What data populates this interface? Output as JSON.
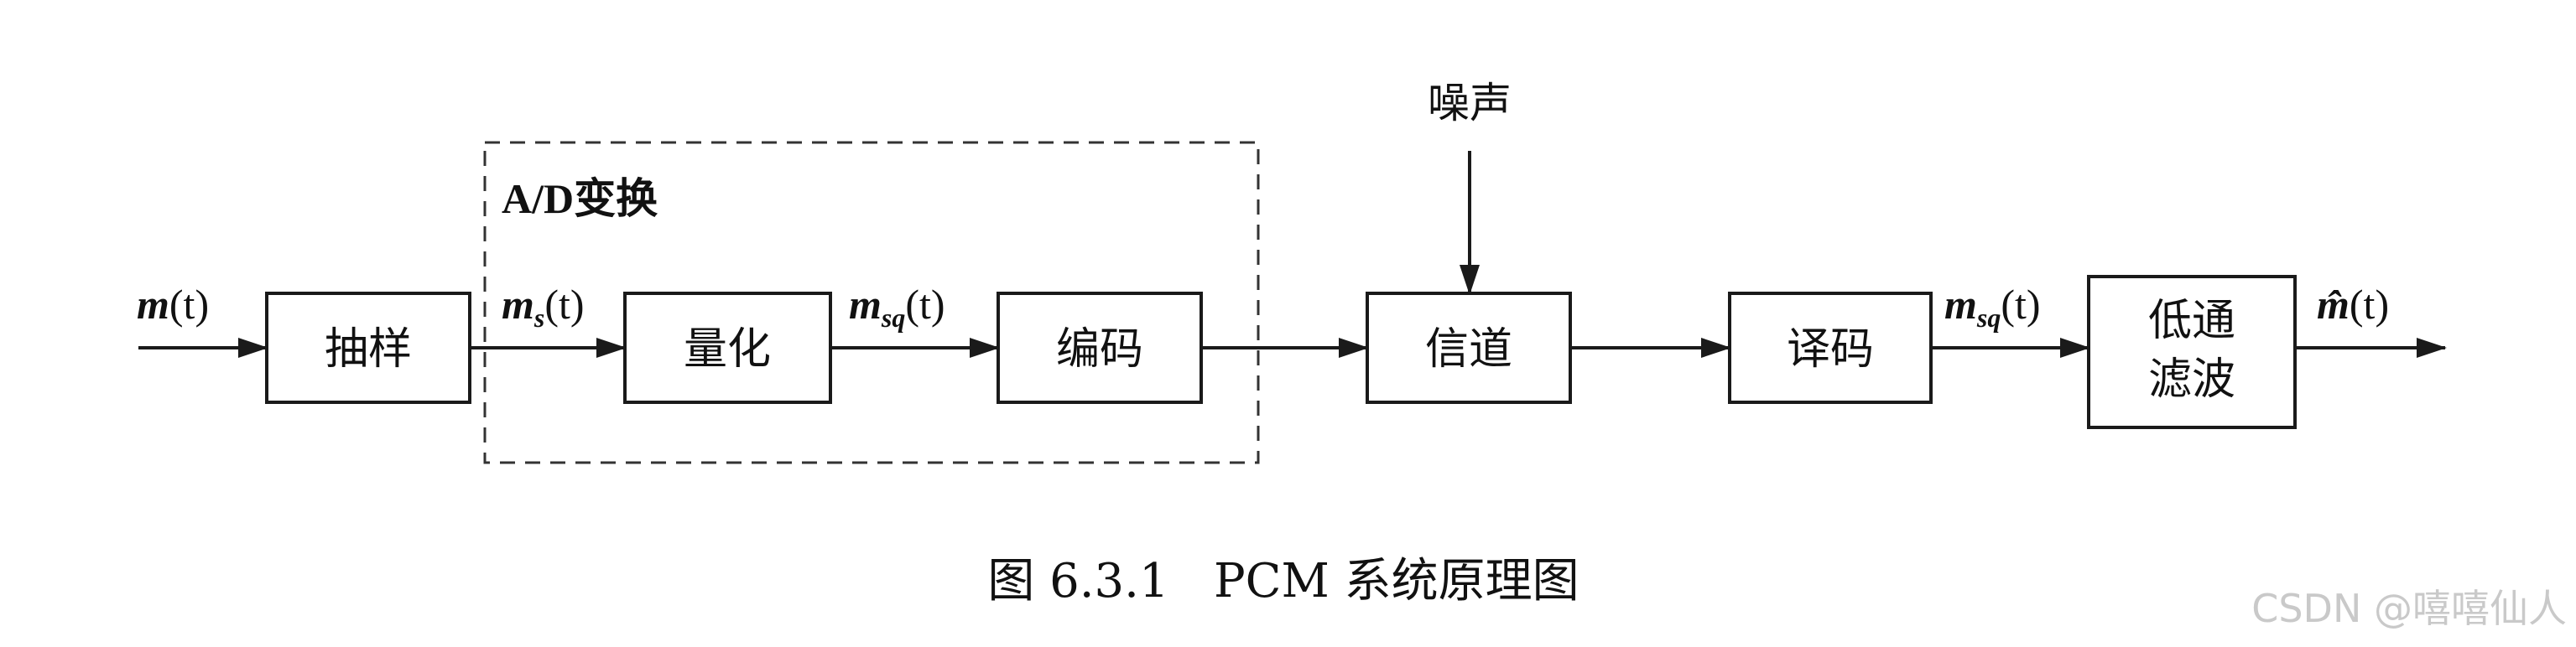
{
  "blocks": {
    "sampling": "抽样",
    "quantize": "量化",
    "encode": "编码",
    "channel": "信道",
    "decode": "译码",
    "lpf_line1": "低通",
    "lpf_line2": "滤波"
  },
  "region": {
    "label": "A/D变换"
  },
  "noise": {
    "label": "噪声"
  },
  "signals": {
    "input": {
      "name": "m",
      "arg": "(t)"
    },
    "sampled": {
      "name": "m",
      "sub": "s",
      "arg": "(t)"
    },
    "quantized": {
      "name": "m",
      "sub": "sq",
      "arg": "(t)"
    },
    "decoded": {
      "name": "m",
      "sub": "sq",
      "arg": "(t)"
    },
    "output": {
      "name": "m̂",
      "arg": "(t)"
    }
  },
  "caption": "图 6.3.1   PCM 系统原理图",
  "watermark": "CSDN @嘻嘻仙人"
}
